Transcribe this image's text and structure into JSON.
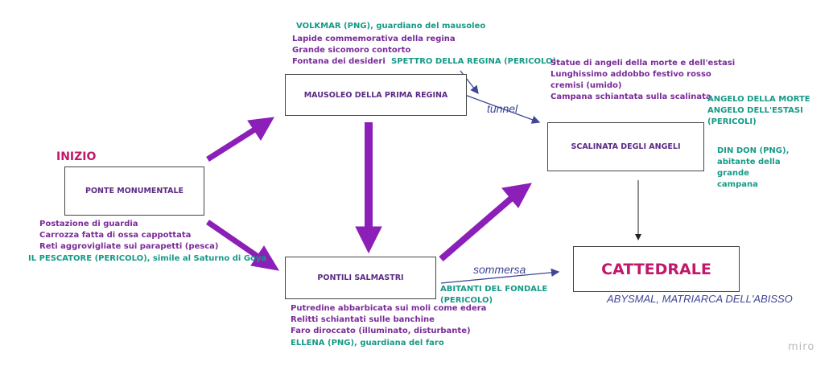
{
  "start_label": "INIZIO",
  "nodes": {
    "ponte": "PONTE MONUMENTALE",
    "mausoleo": "MAUSOLEO DELLA PRIMA REGINA",
    "scalinata": "SCALINATA DEGLI ANGELI",
    "pontili": "PONTILI SALMASTRI",
    "cattedrale": "CATTEDRALE"
  },
  "notes": {
    "mausoleo_npc": "VOLKMAR (PNG), guardiano del mausoleo",
    "mausoleo_items": [
      "Lapide commemorativa della regina",
      "Grande sicomoro contorto",
      "Fontana dei desideri"
    ],
    "mausoleo_danger": "SPETTRO DELLA REGINA (PERICOLO)",
    "scalinata_items": [
      "Statue di angeli della morte e dell'estasi",
      "Lunghissimo addobbo festivo rosso",
      "cremisi (umido)",
      "Campana schiantata sulla scalinata"
    ],
    "scalinata_danger": [
      "ANGELO DELLA MORTE",
      "ANGELO DELL'ESTASI",
      "(PERICOLI)"
    ],
    "scalinata_npc": [
      "DIN DON (PNG),",
      "abitante della",
      "grande",
      "campana"
    ],
    "ponte_items": [
      "Postazione di guardia",
      "Carrozza fatta di ossa cappottata",
      "Reti aggrovigliate sui parapetti (pesca)"
    ],
    "ponte_danger": "IL PESCATORE (PERICOLO), simile al Saturno di Goya",
    "pontili_danger": [
      "ABITANTI DEL FONDALE",
      "(PERICOLO)"
    ],
    "pontili_items": [
      "Putredine abbarbicata sui moli come edera",
      "Relitti schiantati sulle banchine",
      "Faro diroccato (illuminato, disturbante)"
    ],
    "pontili_npc": "ELLENA (PNG), guardiana del faro",
    "cattedrale_boss": "ABYSMAL, MATRIARCA DELL'ABISSO"
  },
  "edge_labels": {
    "tunnel": "tunnel",
    "sommersa": "sommersa"
  },
  "watermark": "miro",
  "colors": {
    "purple_text": "#7a2a98",
    "teal_text": "#159a86",
    "magenta": "#c2176c",
    "arrow": "#8b1fb8",
    "line": "#3e4696"
  }
}
